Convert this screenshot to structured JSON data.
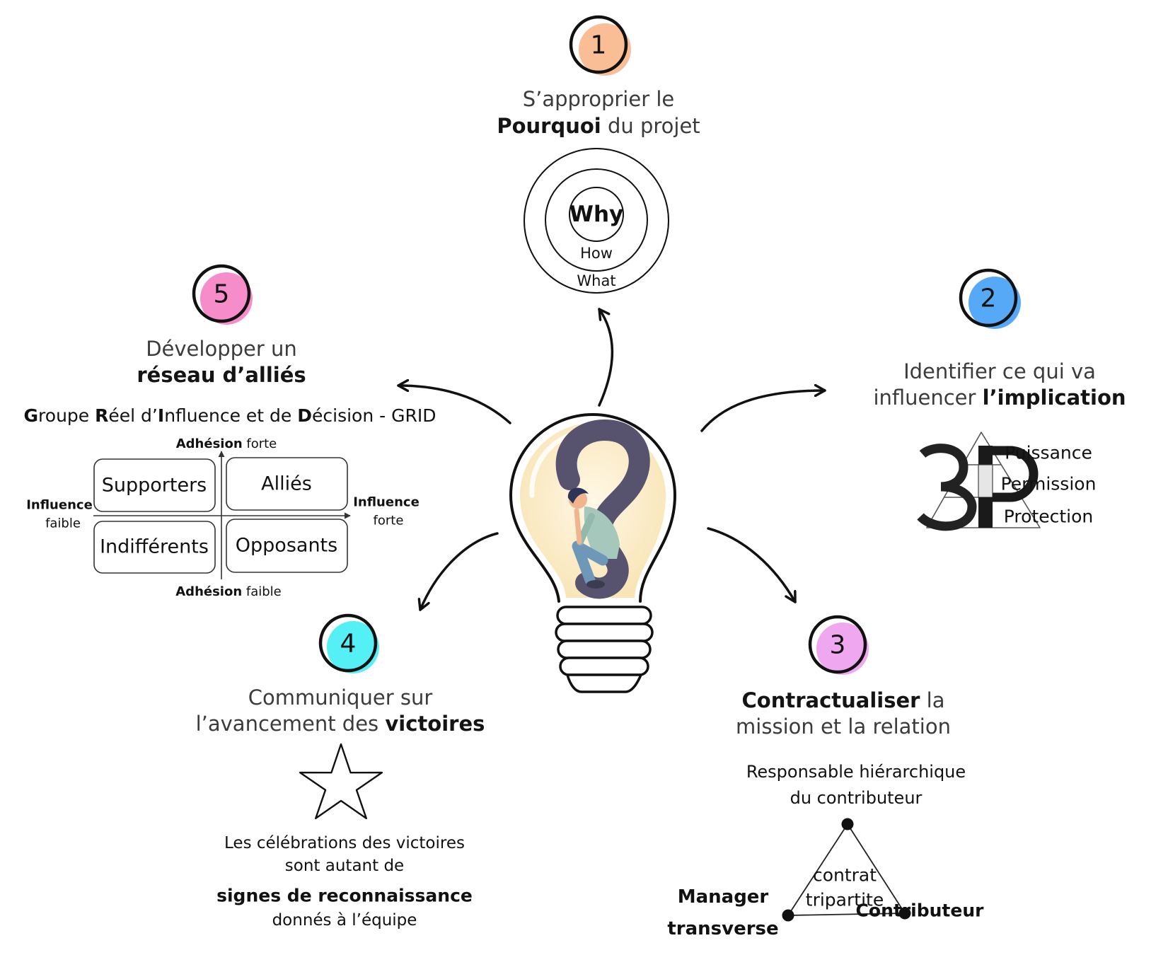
{
  "step1": {
    "number": "1",
    "color": "#F9BE95",
    "title_line1": "S’approprier le",
    "title_bold": "Pourquoi",
    "title_rest": " du projet",
    "golden_circle": {
      "inner": "Why",
      "middle": "How",
      "outer": "What"
    }
  },
  "step2": {
    "number": "2",
    "color": "#56A9F6",
    "title_line1": "Identifier ce qui va",
    "title_line2": "influencer ",
    "title_line2_bold": "l’implication",
    "logo_text": "3P",
    "items": [
      "Puissance",
      "Permission",
      "Protection"
    ]
  },
  "step3": {
    "number": "3",
    "color": "#EFA8EF",
    "title_bold": "Contractualiser",
    "title_rest": " la",
    "title_line2": "mission et la relation",
    "top_role_line1": "Responsable hiérarchique",
    "top_role_line2": "du contributeur",
    "left_role_line1": "Manager",
    "left_role_line2": "transverse",
    "left_role_color": "#132C6E",
    "right_role": "Contributeur",
    "center_line1": "contrat",
    "center_line2": "tripartite"
  },
  "step4": {
    "number": "4",
    "color": "#55EFF6",
    "title_line1": "Communiquer sur",
    "title_line2": "l’avancement des ",
    "title_line2_bold": "victoires",
    "icon": "star-icon",
    "caption_line1": "Les célébrations des victoires",
    "caption_line2": "sont autant de",
    "caption_bold": "signes de reconnaissance",
    "caption_line4": "donnés à l’équipe"
  },
  "step5": {
    "number": "5",
    "color": "#F78CCB",
    "title_line1": "Développer un",
    "title_line2_bold": "réseau d’alliés",
    "grid_title_parts": [
      "G",
      "roupe ",
      "R",
      "éel d’",
      "I",
      "nfluence et de ",
      "D",
      "écision - GRID"
    ],
    "axis": {
      "top_bold": "Adhésion",
      "top_rest": " forte",
      "bottom_bold": "Adhésion",
      "bottom_rest": " faible",
      "left_bold": "Influence",
      "left_rest": "faible",
      "right_bold": "Influence",
      "right_rest": "forte"
    },
    "quadrants": {
      "top_left": "Supporters",
      "top_right": "Alliés",
      "bottom_left": "Indifférents",
      "bottom_right": "Opposants"
    }
  },
  "center": {
    "icon": "lightbulb-question-icon",
    "question_color": "#57526D"
  }
}
